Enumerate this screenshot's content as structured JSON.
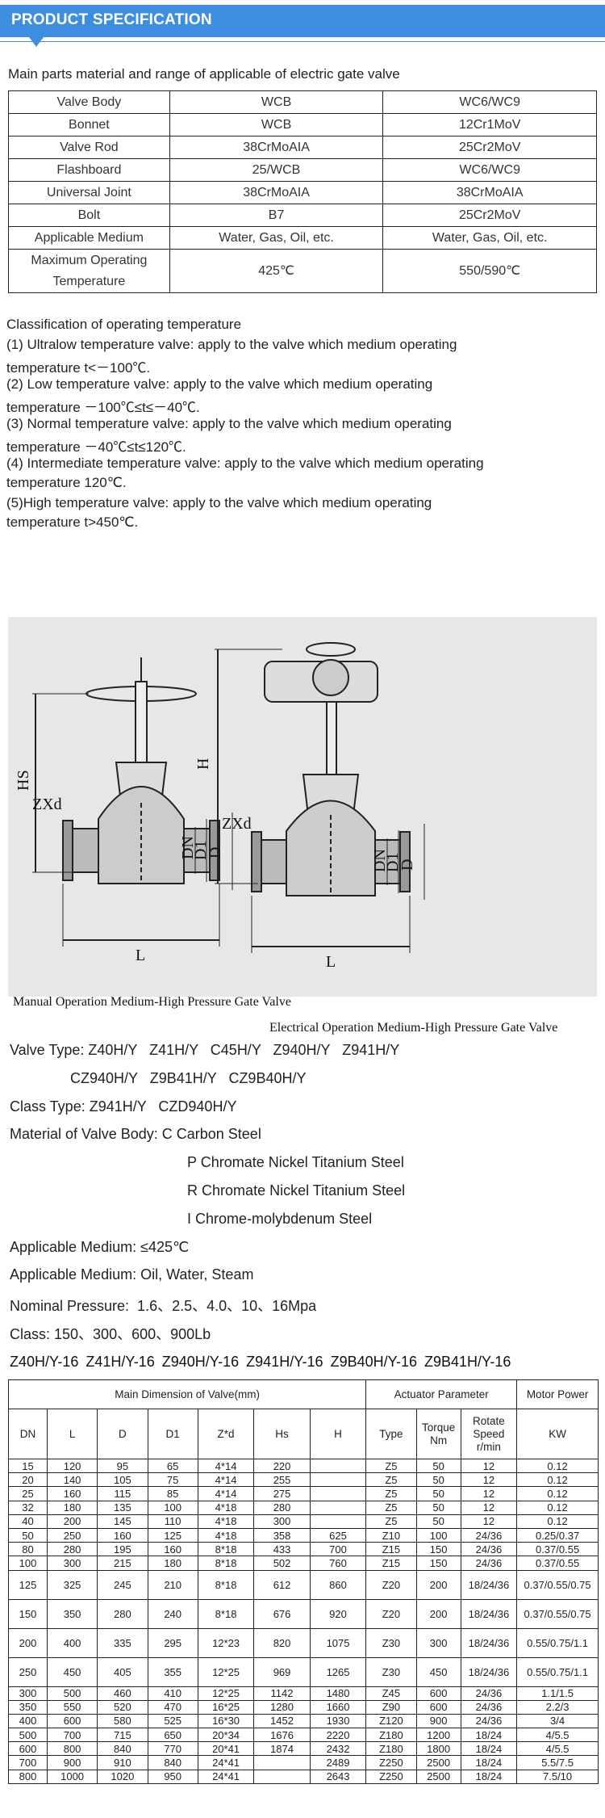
{
  "header": {
    "title": "PRODUCT SPECIFICATION"
  },
  "intro": "Main parts material and range of applicable of electric gate valve",
  "materials": [
    [
      "Valve Body",
      "WCB",
      "WC6/WC9"
    ],
    [
      "Bonnet",
      "WCB",
      "12Cr1MoV"
    ],
    [
      "Valve Rod",
      "38CrMoAIA",
      "25Cr2MoV"
    ],
    [
      "Flashboard",
      "25/WCB",
      "WC6/WC9"
    ],
    [
      "Universal Joint",
      "38CrMoAIA",
      "38CrMoAIA"
    ],
    [
      "Bolt",
      "B7",
      "25Cr2MoV"
    ],
    [
      "Applicable Medium",
      "Water, Gas, Oil, etc.",
      "Water, Gas, Oil, etc."
    ],
    [
      "Maximum Operating Temperature",
      "425℃",
      "550/590℃"
    ]
  ],
  "classification": [
    "Classification of operating temperature",
    "(1) Ultralow temperature valve: apply to the valve which medium operating",
    "temperature t<－100℃.",
    "(2) Low temperature valve: apply to the valve which medium operating",
    "temperature －100℃≤t≤－40℃.",
    "(3) Normal temperature valve: apply to the valve which medium operating",
    "temperature －40℃≤t≤120℃.",
    "(4) Intermediate temperature valve: apply to the valve which medium operating",
    " temperature 120℃.",
    "(5)High temperature valve: apply to the valve which medium operating",
    "temperature t>450℃."
  ],
  "diagram": {
    "labels_left": {
      "hs": "HS",
      "zxd": "ZXd",
      "dn": "DN",
      "d1": "D1",
      "d": "D",
      "l": "L"
    },
    "labels_right": {
      "h": "H",
      "zxd": "ZXd",
      "dn": "DN",
      "d1": "D1",
      "d": "D",
      "l": "L"
    },
    "caption_manual": "Manual Operation Medium-High Pressure Gate Valve",
    "caption_electric": "Electrical Operation Medium-High Pressure Gate Valve"
  },
  "spec_lines": [
    "Valve Type: Z40H/Y   Z41H/Y   C45H/Y   Z940H/Y   Z941H/Y",
    "               CZ940H/Y   Z9B41H/Y   CZ9B40H/Y",
    "Class Type: Z941H/Y   CZD940H/Y",
    "Material of Valve Body: C Carbon Steel",
    "                                            P Chromate Nickel Titanium Steel",
    "                                            R Chromate Nickel Titanium Steel",
    "                                            I Chrome-molybdenum Steel",
    "Applicable Medium: ≤425℃",
    "Applicable Medium: Oil, Water, Steam",
    "Nominal Pressure:  1.6、2.5、4.0、10、16Mpa",
    "Class: 150、300、600、900Lb"
  ],
  "models_line": "Z40H/Y-16 Z41H/Y-16 Z940H/Y-16 Z941H/Y-16 Z9B40H/Y-16 Z9B41H/Y-16",
  "dim_table": {
    "group_headers": [
      "Main Dimension of Valve(mm)",
      "Actuator Parameter",
      "Motor Power"
    ],
    "columns": [
      "DN",
      "L",
      "D",
      "D1",
      "Z*d",
      "Hs",
      "H",
      "Type",
      "Torque Nm",
      "Rotate Speed r/min",
      "KW"
    ],
    "rows": [
      [
        "15",
        "120",
        "95",
        "65",
        "4*14",
        "220",
        "",
        "Z5",
        "50",
        "12",
        "0.12"
      ],
      [
        "20",
        "140",
        "105",
        "75",
        "4*14",
        "255",
        "",
        "Z5",
        "50",
        "12",
        "0.12"
      ],
      [
        "25",
        "160",
        "115",
        "85",
        "4*14",
        "275",
        "",
        "Z5",
        "50",
        "12",
        "0.12"
      ],
      [
        "32",
        "180",
        "135",
        "100",
        "4*18",
        "280",
        "",
        "Z5",
        "50",
        "12",
        "0.12"
      ],
      [
        "40",
        "200",
        "145",
        "110",
        "4*18",
        "300",
        "",
        "Z5",
        "50",
        "12",
        "0.12"
      ],
      [
        "50",
        "250",
        "160",
        "125",
        "4*18",
        "358",
        "625",
        "Z10",
        "100",
        "24/36",
        "0.25/0.37"
      ],
      [
        "80",
        "280",
        "195",
        "160",
        "8*18",
        "433",
        "700",
        "Z15",
        "150",
        "24/36",
        "0.37/0.55"
      ],
      [
        "100",
        "300",
        "215",
        "180",
        "8*18",
        "502",
        "760",
        "Z15",
        "150",
        "24/36",
        "0.37/0.55"
      ],
      [
        "125",
        "325",
        "245",
        "210",
        "8*18",
        "612",
        "860",
        "Z20",
        "200",
        "18/24/36",
        "0.37/0.55/0.75"
      ],
      [
        "150",
        "350",
        "280",
        "240",
        "8*18",
        "676",
        "920",
        "Z20",
        "200",
        "18/24/36",
        "0.37/0.55/0.75"
      ],
      [
        "200",
        "400",
        "335",
        "295",
        "12*23",
        "820",
        "1075",
        "Z30",
        "300",
        "18/24/36",
        "0.55/0.75/1.1"
      ],
      [
        "250",
        "450",
        "405",
        "355",
        "12*25",
        "969",
        "1265",
        "Z30",
        "450",
        "18/24/36",
        "0.55/0.75/1.1"
      ],
      [
        "300",
        "500",
        "460",
        "410",
        "12*25",
        "1142",
        "1480",
        "Z45",
        "600",
        "24/36",
        "1.1/1.5"
      ],
      [
        "350",
        "550",
        "520",
        "470",
        "16*25",
        "1280",
        "1660",
        "Z90",
        "600",
        "24/36",
        "2.2/3"
      ],
      [
        "400",
        "600",
        "580",
        "525",
        "16*30",
        "1452",
        "1930",
        "Z120",
        "900",
        "24/36",
        "3/4"
      ],
      [
        "500",
        "700",
        "715",
        "650",
        "20*34",
        "1676",
        "2220",
        "Z180",
        "1200",
        "18/24",
        "4/5.5"
      ],
      [
        "600",
        "800",
        "840",
        "770",
        "20*41",
        "1874",
        "2432",
        "Z180",
        "1800",
        "18/24",
        "4/5.5"
      ],
      [
        "700",
        "900",
        "910",
        "840",
        "24*41",
        "",
        "2489",
        "Z250",
        "2500",
        "18/24",
        "5.5/7.5"
      ],
      [
        "800",
        "1000",
        "1020",
        "950",
        "24*41",
        "",
        "2643",
        "Z250",
        "2500",
        "18/24",
        "7.5/10"
      ]
    ]
  }
}
